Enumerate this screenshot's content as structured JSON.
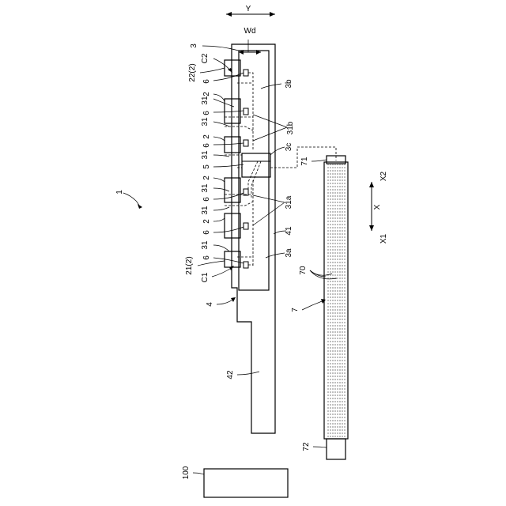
{
  "axes": {
    "y": "Y",
    "x": "X",
    "x1": "X1",
    "x2": "X2"
  },
  "dimension_wd": "Wd",
  "labels": {
    "device": "1",
    "board": "3",
    "board_3a": "3a",
    "board_3b": "3b",
    "board_3c": "3c",
    "group_22": "22(2)",
    "group_21": "21(2)",
    "c1": "C1",
    "c2": "C2",
    "part_2": "2",
    "part_31": "31",
    "part_6": "6",
    "part_31a": "31a",
    "part_31b": "31b",
    "part_5": "5",
    "part_4": "4",
    "part_41": "41",
    "part_42": "42",
    "roller": "7",
    "roller_70": "70",
    "roller_71": "71",
    "roller_72": "72",
    "controller": "100"
  }
}
